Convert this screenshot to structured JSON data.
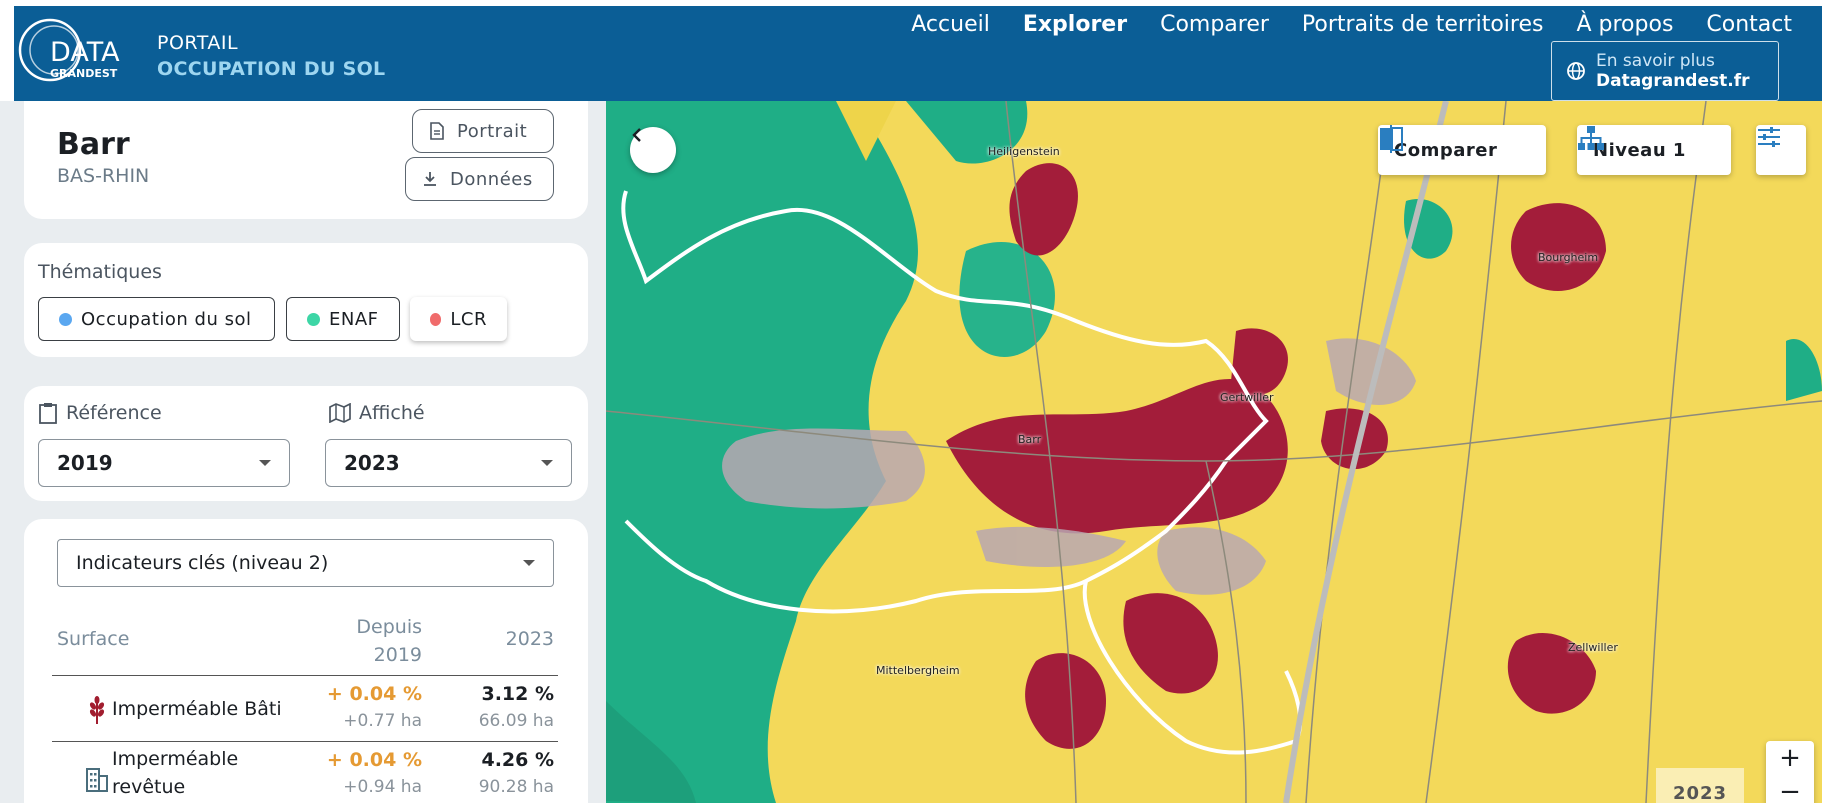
{
  "header": {
    "logo_top": "DATA",
    "logo_bottom": "GRANDEST",
    "portal_line1": "PORTAIL",
    "portal_line2": "OCCUPATION DU SOL",
    "nav": [
      "Accueil",
      "Explorer",
      "Comparer",
      "Portraits de territoires",
      "À propos",
      "Contact"
    ],
    "active_nav": "Explorer",
    "more_line1": "En savoir plus",
    "more_line2": "Datagrandest.fr"
  },
  "territory": {
    "name": "Barr",
    "department": "BAS-RHIN",
    "portrait_label": "Portrait",
    "data_label": "Données"
  },
  "thematiques": {
    "title": "Thématiques",
    "chips": [
      {
        "label": "Occupation du sol",
        "color": "#5aa7f0"
      },
      {
        "label": "ENAF",
        "color": "#3dd6a6"
      },
      {
        "label": "LCR",
        "color": "#f06b6b"
      }
    ]
  },
  "years": {
    "reference_label": "Référence",
    "reference_value": "2019",
    "display_label": "Affiché",
    "display_value": "2023"
  },
  "indicators": {
    "selector": "Indicateurs clés (niveau 2)",
    "col_surface": "Surface",
    "col_since": "Depuis 2019",
    "col_year": "2023",
    "rows": [
      {
        "label": "Imperméable Bâti",
        "delta_pct": "+ 0.04 %",
        "delta_ha": "+0.77 ha",
        "pct": "3.12 %",
        "ha": "66.09 ha",
        "icon": "wheat-icon",
        "icon_color": "#a11d2f"
      },
      {
        "label": "Imperméable revêtue",
        "delta_pct": "+ 0.04 %",
        "delta_ha": "+0.94 ha",
        "pct": "4.26 %",
        "ha": "90.28 ha",
        "icon": "building-icon",
        "icon_color": "#4a6d7c"
      }
    ]
  },
  "map": {
    "compare_label": "Comparer",
    "level_label": "Niveau 1",
    "year_badge": "2023",
    "zoom_in": "+",
    "zoom_out": "−",
    "places": [
      "Heiligenstein",
      "Bourgheim",
      "Gertwiller",
      "Barr",
      "Mittelbergheim",
      "Zellwiller"
    ]
  }
}
